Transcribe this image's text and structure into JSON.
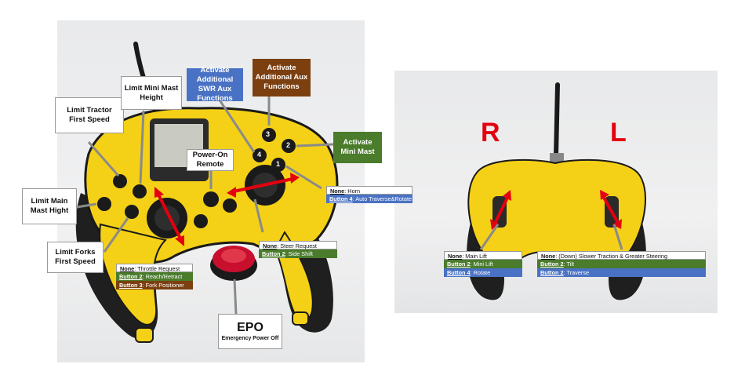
{
  "callouts": {
    "limit_tractor": "Limit Tractor First Speed",
    "limit_mini_mast": "Limit Mini Mast Height",
    "activate_swr": "Activate Additional SWR Aux Functions",
    "activate_aux": "Activate Additional Aux Functions",
    "activate_mini_mast": "Activate Mini Mast",
    "power_on": "Power-On Remote",
    "limit_main_mast": "Limit Main Mast Hight",
    "limit_forks": "Limit Forks First Speed",
    "epo_title": "EPO",
    "epo_sub": "Emergency Power Off"
  },
  "tables": {
    "horn": [
      {
        "key": "None",
        "text": ": Horn"
      },
      {
        "key": "Button 4",
        "text": ": Auto Traverse&Rotate"
      }
    ],
    "steer": [
      {
        "key": "None",
        "text": ": Steer Request"
      },
      {
        "key": "Button 2",
        "text": ": Side Shift"
      }
    ],
    "throttle": [
      {
        "key": "None",
        "text": ": Throttle Request"
      },
      {
        "key": "Button 2",
        "text": ": Reach/Retract"
      },
      {
        "key": "Button 3",
        "text": ": Fork Positioner"
      }
    ],
    "main_lift": [
      {
        "key": "None",
        "text": ": Main Lift"
      },
      {
        "key": "Button 2",
        "text": ": Mini Lift"
      },
      {
        "key": "Button 4",
        "text": ": Rotate"
      }
    ],
    "traction": [
      {
        "key": "None",
        "text": ": (Down) Slower Traction & Greater Steering"
      },
      {
        "key": "Button 2",
        "text": ": Tilt"
      },
      {
        "key": "Button 2",
        "text": ": Traverse"
      }
    ]
  },
  "side_labels": {
    "right": "R",
    "left": "L"
  },
  "button_numbers": [
    "1",
    "2",
    "3",
    "4"
  ],
  "colors": {
    "body_yellow": "#f4d116",
    "grip_black": "#1e1e1e",
    "arrow_red": "#e3000f",
    "epo_red": "#c8102e",
    "callout_blue": "#4a72c4",
    "callout_brown": "#7b3f10",
    "callout_green": "#4a7c2c"
  }
}
